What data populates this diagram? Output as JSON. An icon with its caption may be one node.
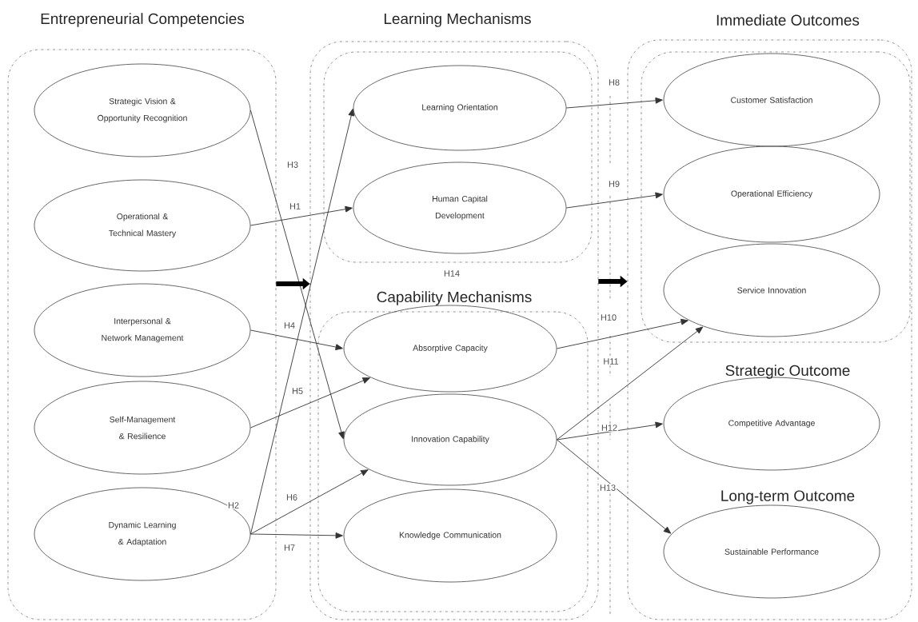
{
  "diagram": {
    "nodes": [
      {
        "text": [
          "Entrepreneurial Competencies"
        ]
      },
      {
        "text": [
          "Strategic Vision & Opportunity Recognition"
        ],
        "in": 0
      },
      {
        "text": [
          "Operational & Technical Mastery"
        ],
        "in": 0
      },
      {
        "text": [
          "Interpersonal & Network Management"
        ],
        "in": 0
      },
      {
        "text": [
          "Self-Management & Resilience"
        ],
        "in": 0
      },
      {
        "text": [
          "Dynamic Learning & Adaptation"
        ],
        "in": 0
      },
      {
        "text": [],
        "shape": "box"
      },
      {
        "text": [
          "Learning Mechanisms"
        ],
        "in": 6
      },
      {
        "text": [
          "Learning Orientation"
        ],
        "in": 7
      },
      {
        "text": [
          "Human Capital Development"
        ],
        "in": 7
      },
      {
        "text": [
          "Capability Mechanisms"
        ],
        "in": 6
      },
      {
        "text": [
          "Absorptive Capacity"
        ],
        "in": 10
      },
      {
        "text": [
          "Innovation Capability"
        ],
        "in": 10
      },
      {
        "text": [
          "Knowledge Communication"
        ],
        "in": 10
      },
      {
        "text": [],
        "shape": "box"
      },
      {
        "text": [
          "Immediate Outcomes"
        ],
        "in": 14
      },
      {
        "text": [
          "Customer Satisfaction"
        ],
        "in": 15
      },
      {
        "text": [
          "Operational Efficiency"
        ],
        "in": 15
      },
      {
        "text": [
          "Service Innovation"
        ],
        "in": 15
      },
      {
        "text": [
          "Competitive Advantage"
        ],
        "in": 14,
        "beside": [
          "Strategic Outcome"
        ]
      },
      {
        "text": [
          "Sustainable Performance"
        ],
        "in": 14,
        "beside": [
          "Long-term Outcome"
        ]
      }
    ],
    "edges": [
      {
        "from": 1,
        "to": 12,
        "arrow": "to",
        "label": "H3"
      },
      {
        "from": 2,
        "to": 9,
        "arrow": "to",
        "label": "H1"
      },
      {
        "from": 3,
        "to": 11,
        "arrow": "to",
        "label": "H4"
      },
      {
        "from": 4,
        "to": 11,
        "arrow": "to",
        "label": "H5"
      },
      {
        "from": 5,
        "to": 8,
        "arrow": "to",
        "label": "H2"
      },
      {
        "from": 5,
        "to": 12,
        "arrow": "to",
        "label": "H6"
      },
      {
        "from": 5,
        "to": 13,
        "arrow": "to",
        "label": "H7"
      },
      {
        "from": 8,
        "to": 16,
        "arrow": "to",
        "label": "H8"
      },
      {
        "from": 9,
        "to": 17,
        "arrow": "to",
        "label": "H9"
      },
      {
        "from": 11,
        "to": 18,
        "arrow": "to",
        "label": "H10"
      },
      {
        "from": 12,
        "to": 18,
        "arrow": "to",
        "label": "H11"
      },
      {
        "from": 12,
        "to": 19,
        "arrow": "to",
        "label": "H12"
      },
      {
        "from": 12,
        "to": 20,
        "arrow": "to",
        "label": "H13"
      },
      {
        "from": 0,
        "to": 6,
        "arrow": "to",
        "style": "thick"
      },
      {
        "from": 6,
        "to": 14,
        "arrow": "to",
        "style": "thick"
      }
    ],
    "labels": [
      "H14"
    ]
  }
}
